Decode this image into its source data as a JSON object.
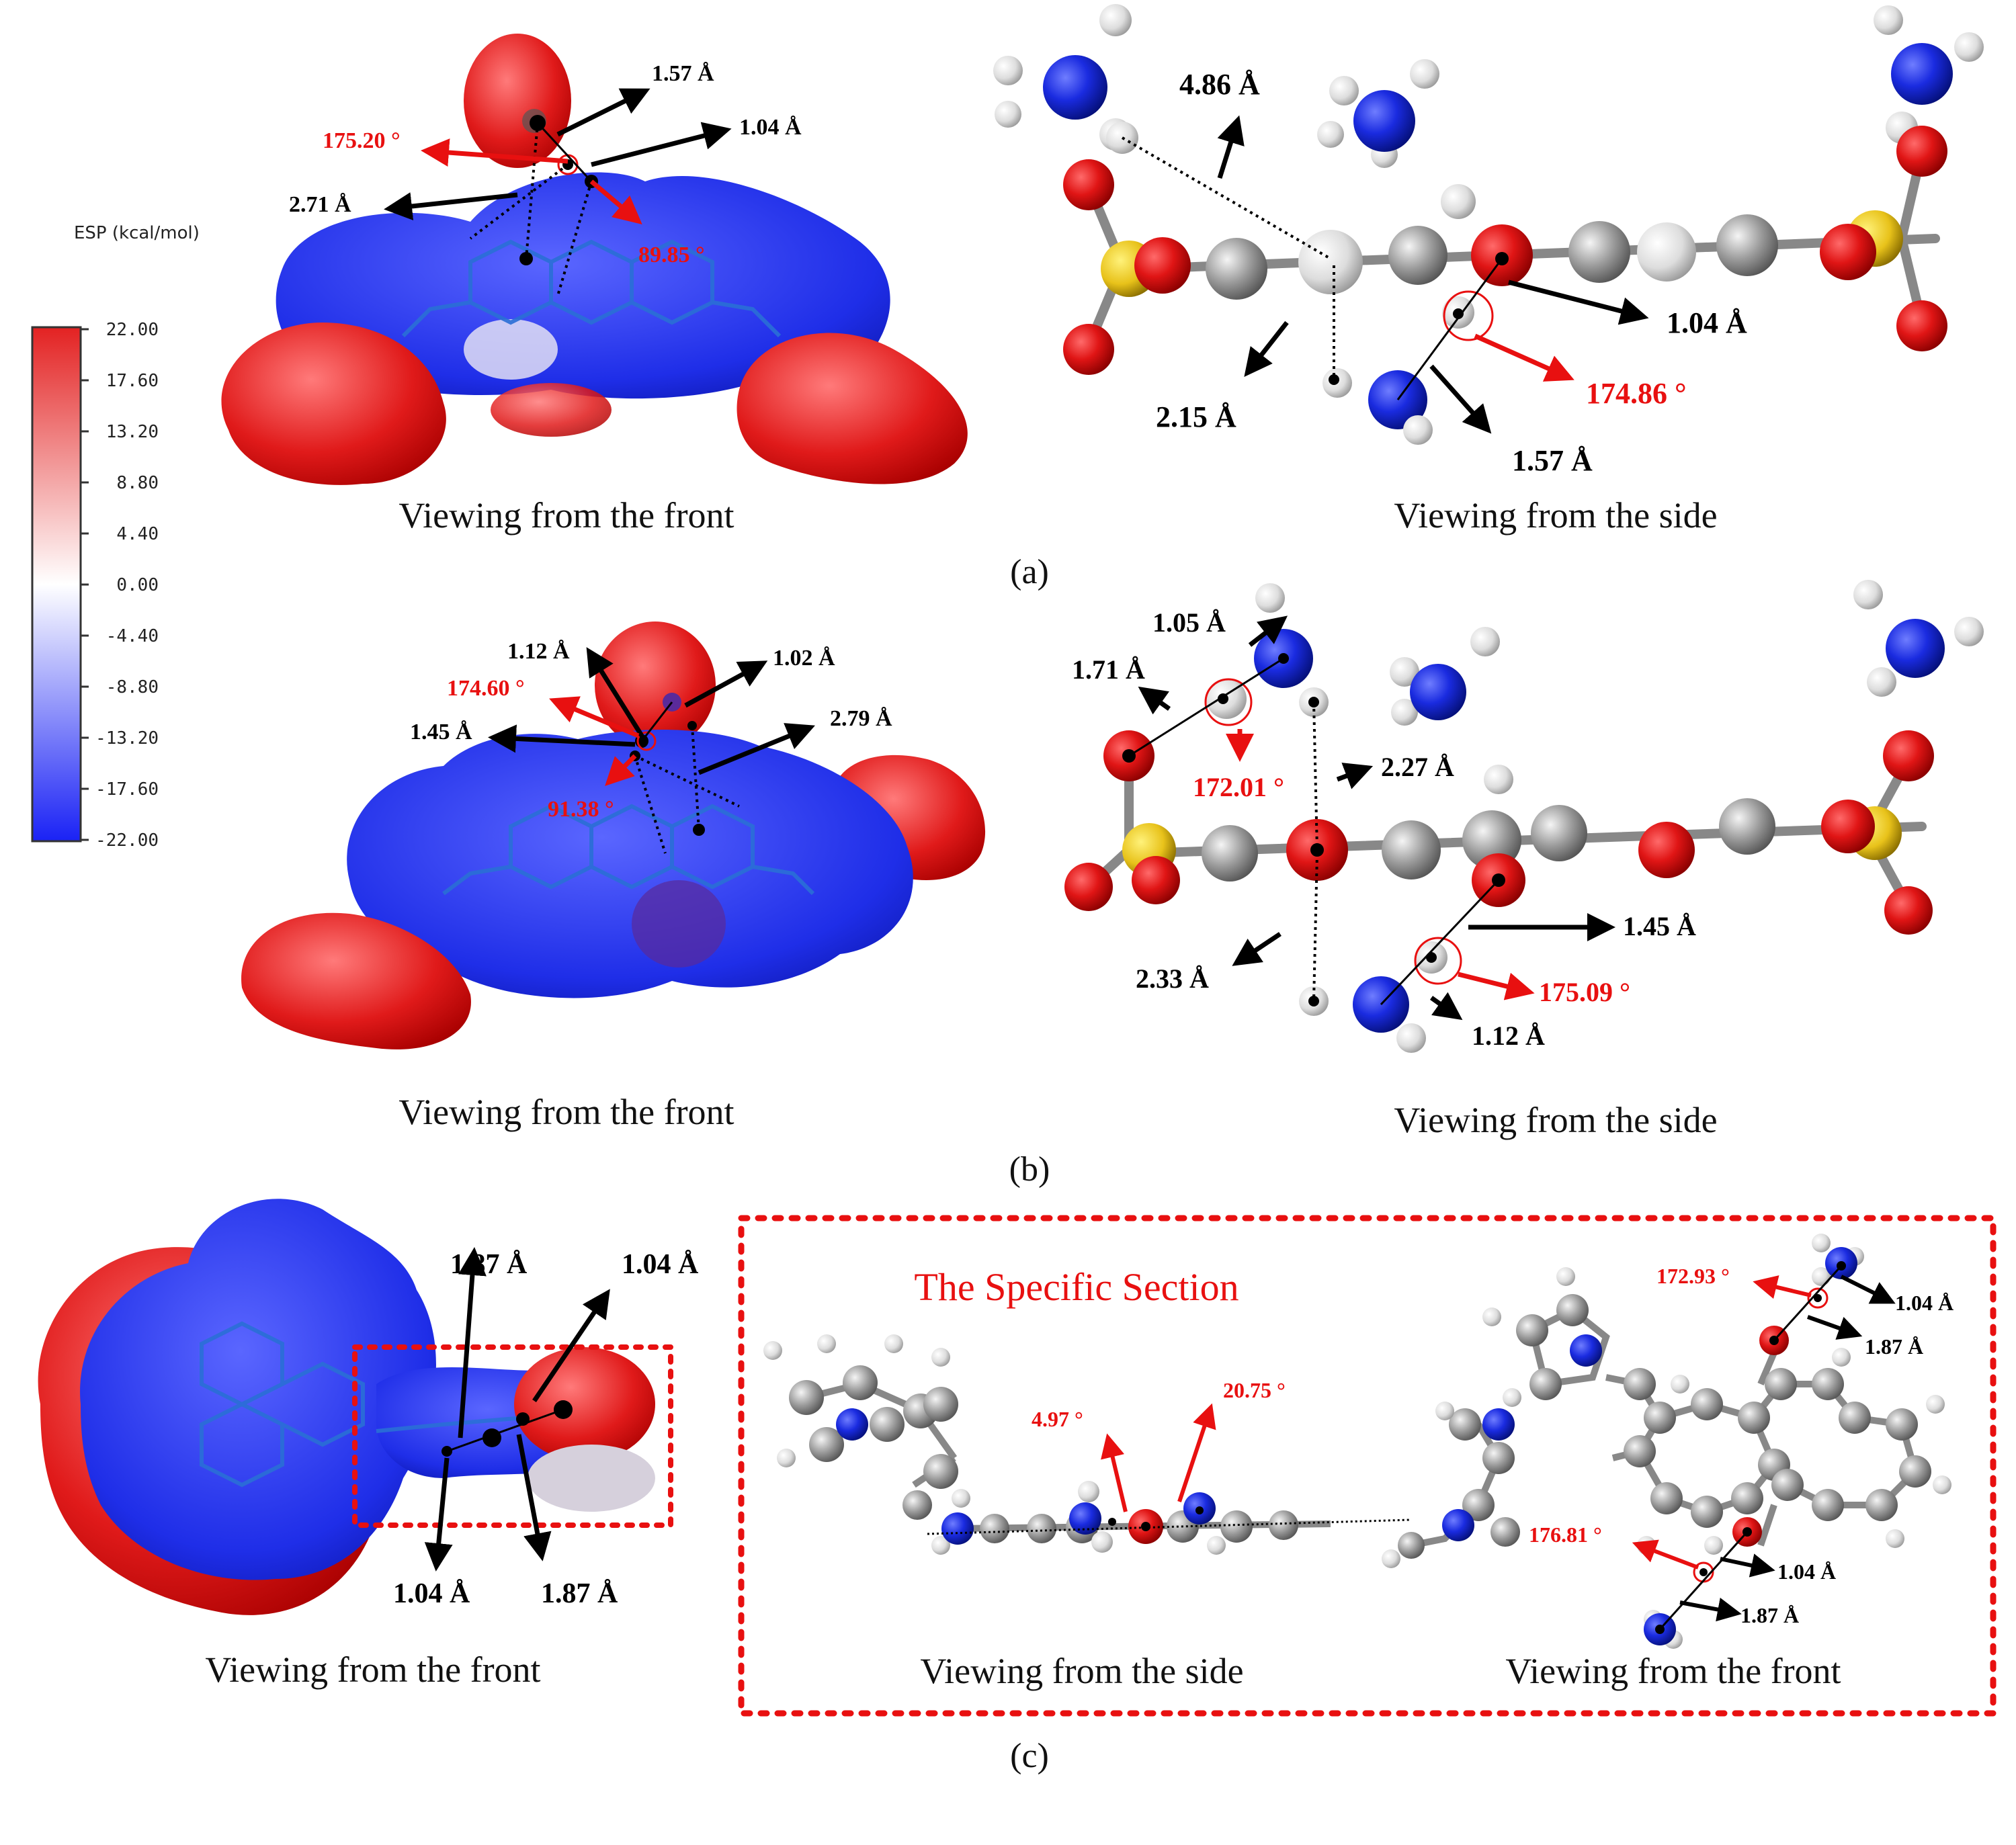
{
  "colorbar": {
    "title": "ESP (kcal/mol)",
    "ticks": [
      "22.00",
      "17.60",
      "13.20",
      "8.80",
      "4.40",
      "0.00",
      "-4.40",
      "-8.80",
      "-13.20",
      "-17.60",
      "-22.00"
    ]
  },
  "panels": {
    "a": {
      "letter": "(a)",
      "front_caption": "Viewing from the front",
      "side_caption": "Viewing from the side",
      "front": {
        "d1": "1.57 Å",
        "d2": "1.04 Å",
        "d3": "2.71 Å",
        "ang1": "175.20 °",
        "ang2": "89.85 °"
      },
      "side": {
        "d1": "4.86 Å",
        "d2": "1.04 Å",
        "d3": "2.15 Å",
        "d4": "1.57 Å",
        "ang1": "174.86 °"
      }
    },
    "b": {
      "letter": "(b)",
      "front_caption": "Viewing from the front",
      "side_caption": "Viewing from the side",
      "front": {
        "d1": "1.12 Å",
        "d2": "1.02 Å",
        "d3": "1.45 Å",
        "d4": "2.79 Å",
        "ang1": "174.60 °",
        "ang2": "91.38 °"
      },
      "side": {
        "d1": "1.05 Å",
        "d2": "1.71 Å",
        "d3": "2.27 Å",
        "d4": "1.45 Å",
        "d5": "2.33 Å",
        "d6": "1.12 Å",
        "ang1": "172.01 °",
        "ang2": "175.09 °"
      }
    },
    "c": {
      "letter": "(c)",
      "front_caption": "Viewing from the front",
      "specific_title": "The Specific Section",
      "side_caption": "Viewing from the side",
      "front2_caption": "Viewing from the front",
      "front": {
        "d1": "1.87 Å",
        "d2": "1.04 Å",
        "d3": "1.04 Å",
        "d4": "1.87 Å"
      },
      "side": {
        "ang1": "4.97 °",
        "ang2": "20.75 °"
      },
      "front2": {
        "ang1": "172.93 °",
        "d1": "1.04 Å",
        "d2": "1.87 Å",
        "ang2": "176.81 °",
        "d3": "1.04 Å",
        "d4": "1.87 Å"
      }
    }
  }
}
